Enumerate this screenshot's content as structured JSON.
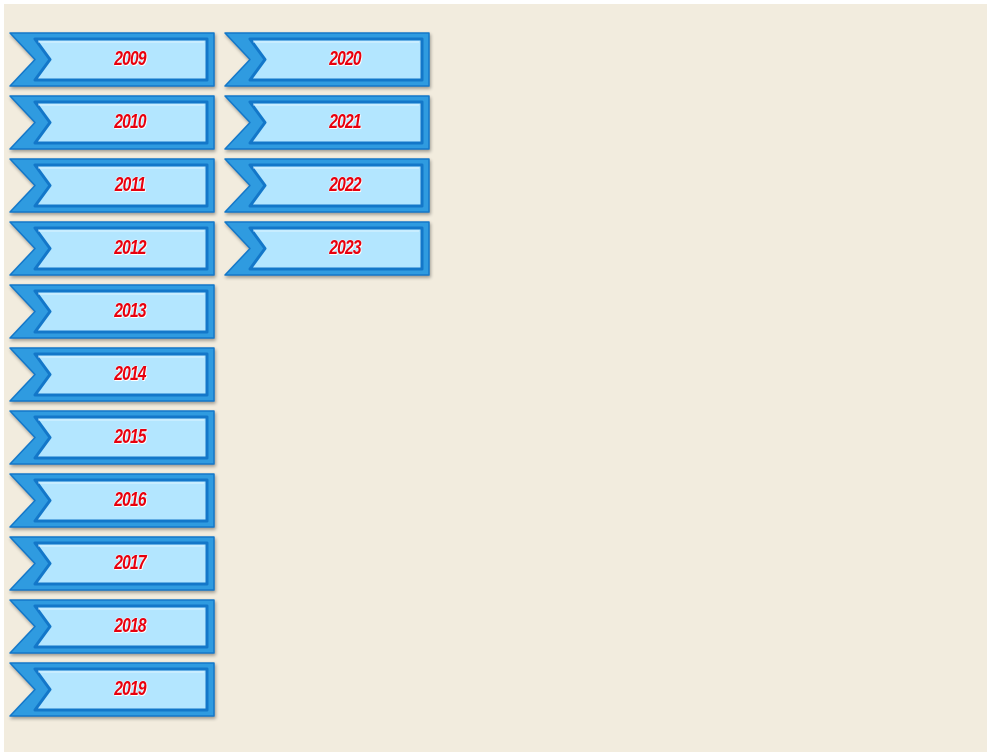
{
  "colors": {
    "background": "#f2ecde",
    "ribbon_outer": "#2f9be0",
    "ribbon_edge": "#1377c9",
    "ribbon_inner": "#b3e6ff",
    "label": "#e8000d"
  },
  "icons": {
    "ribbon": "ribbon-banner-icon"
  },
  "years": {
    "left": [
      "2009",
      "2010",
      "2011",
      "2012",
      "2013",
      "2014",
      "2015",
      "2016",
      "2017",
      "2018",
      "2019"
    ],
    "right": [
      "2020",
      "2021",
      "2022",
      "2023"
    ]
  }
}
